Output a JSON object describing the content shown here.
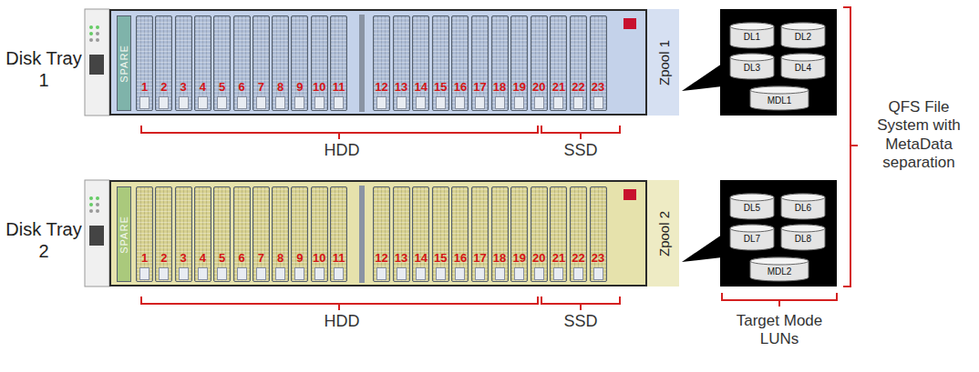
{
  "diagram": {
    "nodes": [
      {
        "text": [
          "Disk Tray 1"
        ]
      },
      {
        "text": [
          "SPARE"
        ],
        "in": 0
      },
      {
        "text": [
          "1"
        ],
        "in": 0
      },
      {
        "text": [
          "2"
        ],
        "in": 0
      },
      {
        "text": [
          "3"
        ],
        "in": 0
      },
      {
        "text": [
          "4"
        ],
        "in": 0
      },
      {
        "text": [
          "5"
        ],
        "in": 0
      },
      {
        "text": [
          "6"
        ],
        "in": 0
      },
      {
        "text": [
          "7"
        ],
        "in": 0
      },
      {
        "text": [
          "8"
        ],
        "in": 0
      },
      {
        "text": [
          "9"
        ],
        "in": 0
      },
      {
        "text": [
          "10"
        ],
        "in": 0
      },
      {
        "text": [
          "11"
        ],
        "in": 0
      },
      {
        "text": [
          "12"
        ],
        "in": 0
      },
      {
        "text": [
          "13"
        ],
        "in": 0
      },
      {
        "text": [
          "14"
        ],
        "in": 0
      },
      {
        "text": [
          "15"
        ],
        "in": 0
      },
      {
        "text": [
          "16"
        ],
        "in": 0
      },
      {
        "text": [
          "17"
        ],
        "in": 0
      },
      {
        "text": [
          "18"
        ],
        "in": 0
      },
      {
        "text": [
          "19"
        ],
        "in": 0
      },
      {
        "text": [
          "20"
        ],
        "in": 0
      },
      {
        "text": [
          "21"
        ],
        "in": 0
      },
      {
        "text": [
          "22"
        ],
        "in": 0
      },
      {
        "text": [
          "23"
        ],
        "in": 0
      },
      {
        "text": [
          "Zpool 1"
        ],
        "in": 0
      },
      {
        "text": [
          "DL1"
        ]
      },
      {
        "text": [
          "DL2"
        ]
      },
      {
        "text": [
          "DL3"
        ]
      },
      {
        "text": [
          "DL4"
        ]
      },
      {
        "text": [
          "MDL1"
        ]
      },
      {
        "text": [
          "Disk Tray 2"
        ]
      },
      {
        "text": [
          "SPARE"
        ],
        "in": 31
      },
      {
        "text": [
          "1"
        ],
        "in": 31
      },
      {
        "text": [
          "2"
        ],
        "in": 31
      },
      {
        "text": [
          "3"
        ],
        "in": 31
      },
      {
        "text": [
          "4"
        ],
        "in": 31
      },
      {
        "text": [
          "5"
        ],
        "in": 31
      },
      {
        "text": [
          "6"
        ],
        "in": 31
      },
      {
        "text": [
          "7"
        ],
        "in": 31
      },
      {
        "text": [
          "8"
        ],
        "in": 31
      },
      {
        "text": [
          "9"
        ],
        "in": 31
      },
      {
        "text": [
          "10"
        ],
        "in": 31
      },
      {
        "text": [
          "11"
        ],
        "in": 31
      },
      {
        "text": [
          "12"
        ],
        "in": 31
      },
      {
        "text": [
          "13"
        ],
        "in": 31
      },
      {
        "text": [
          "14"
        ],
        "in": 31
      },
      {
        "text": [
          "15"
        ],
        "in": 31
      },
      {
        "text": [
          "16"
        ],
        "in": 31
      },
      {
        "text": [
          "17"
        ],
        "in": 31
      },
      {
        "text": [
          "18"
        ],
        "in": 31
      },
      {
        "text": [
          "19"
        ],
        "in": 31
      },
      {
        "text": [
          "20"
        ],
        "in": 31
      },
      {
        "text": [
          "21"
        ],
        "in": 31
      },
      {
        "text": [
          "22"
        ],
        "in": 31
      },
      {
        "text": [
          "23"
        ],
        "in": 31
      },
      {
        "text": [
          "Zpool 2"
        ],
        "in": 31
      },
      {
        "text": [
          "DL5"
        ]
      },
      {
        "text": [
          "DL6"
        ]
      },
      {
        "text": [
          "DL7"
        ]
      },
      {
        "text": [
          "DL8"
        ]
      },
      {
        "text": [
          "MDL2"
        ]
      }
    ],
    "labels": [
      "HDD",
      "SSD",
      "HDD",
      "SSD",
      "QFS File System with MetaData separation",
      "Target Mode LUNs"
    ]
  }
}
